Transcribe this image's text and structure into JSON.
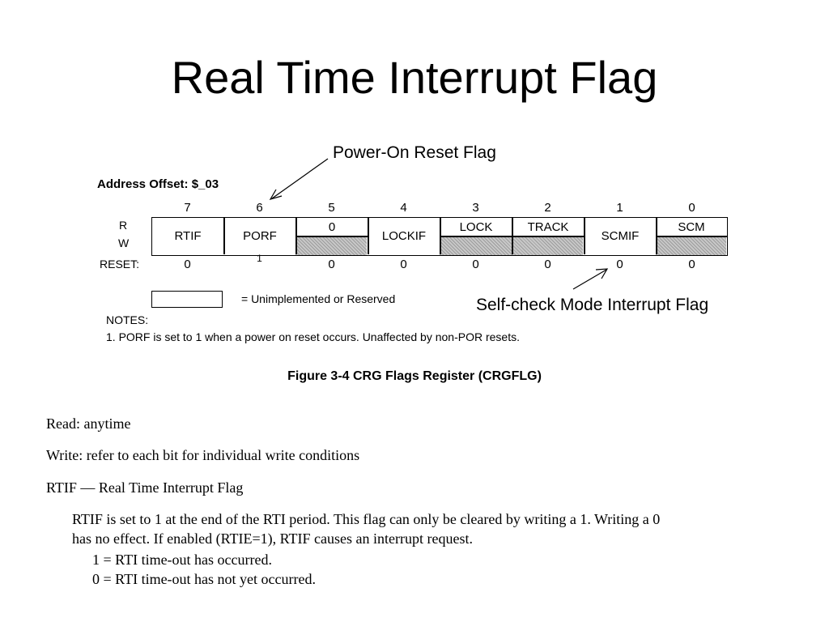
{
  "slide": {
    "title": "Real Time Interrupt Flag"
  },
  "callouts": {
    "porf": "Power-On Reset Flag",
    "scmif": "Self-check Mode Interrupt Flag"
  },
  "register": {
    "address": "Address Offset: $_03",
    "bit_numbers": [
      "7",
      "6",
      "5",
      "4",
      "3",
      "2",
      "1",
      "0"
    ],
    "row_labels": {
      "read": "R",
      "write": "W",
      "reset": "RESET:"
    },
    "fields": {
      "rtif": "RTIF",
      "porf": "PORF",
      "bit5_read": "0",
      "lockif": "LOCKIF",
      "lock": "LOCK",
      "track": "TRACK",
      "scmif": "SCMIF",
      "scm": "SCM"
    },
    "reset_values": [
      "0",
      "1",
      "0",
      "0",
      "0",
      "0",
      "0",
      "0"
    ],
    "porf_reset_note": "1"
  },
  "legend": {
    "text": "= Unimplemented or Reserved"
  },
  "notes": {
    "heading": "NOTES:",
    "note1": "1. PORF is set to 1 when a power on reset occurs. Unaffected by non-POR resets."
  },
  "figure_caption": "Figure 3-4  CRG Flags Register (CRGFLG)",
  "description": {
    "read": "Read: anytime",
    "write": "Write: refer to each bit for individual write conditions",
    "rtif_heading": "RTIF — Real Time Interrupt Flag",
    "para_line1": "RTIF is set to 1 at the end of the RTI period. This flag can only be cleared by writing a 1. Writing a 0",
    "para_line2": "has no effect. If enabled (RTIE=1), RTIF causes an interrupt request.",
    "value1": "1 = RTI time-out has occurred.",
    "value0": "0 = RTI time-out has not yet occurred."
  }
}
